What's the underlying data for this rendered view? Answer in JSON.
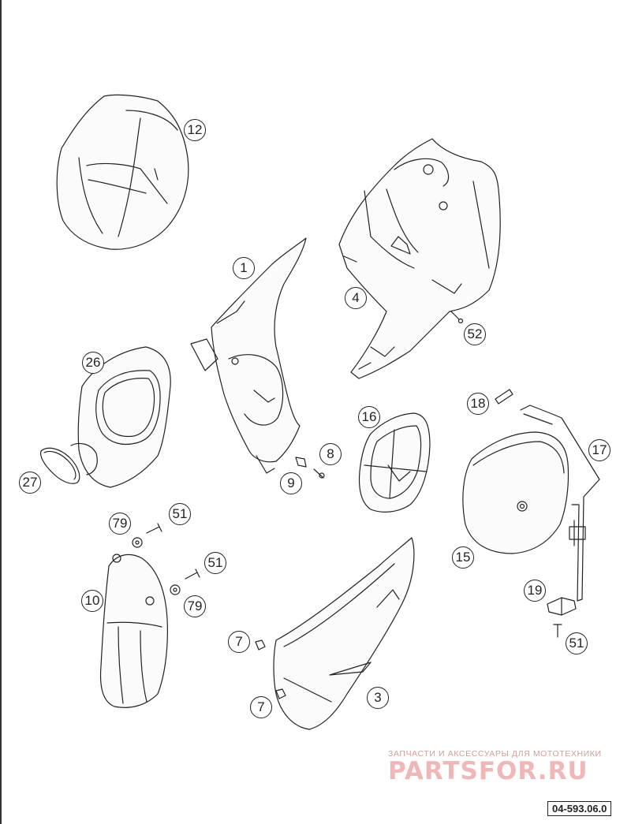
{
  "callouts": {
    "c1": "1",
    "c3": "3",
    "c4": "4",
    "c7a": "7",
    "c7b": "7",
    "c8": "8",
    "c9": "9",
    "c10": "10",
    "c12": "12",
    "c15": "15",
    "c16": "16",
    "c17": "17",
    "c18": "18",
    "c19": "19",
    "c26": "26",
    "c27": "27",
    "c51a": "51",
    "c51b": "51",
    "c51c": "51",
    "c52": "52",
    "c79a": "79",
    "c79b": "79"
  },
  "watermark": {
    "subtitle": "ЗАПЧАСТИ И АКСЕССУАРЫ ДЛЯ МОТОТЕХНИКИ",
    "logo": "PARTSFOR.RU"
  },
  "diagram_code": "04-593.06.0",
  "colors": {
    "line": "#222222",
    "watermark": "#f1b7b7"
  }
}
